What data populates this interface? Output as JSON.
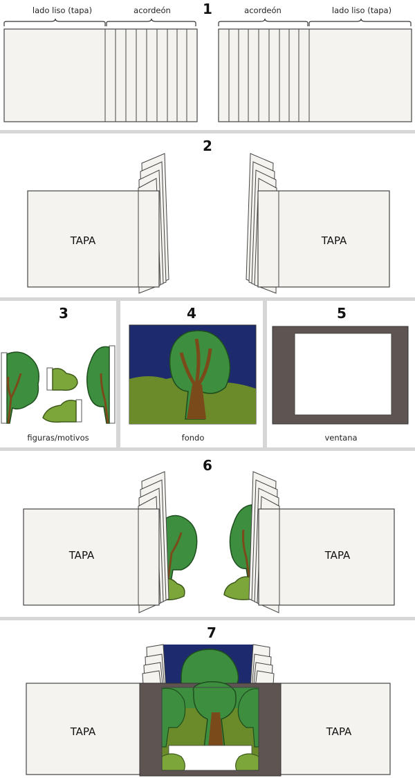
{
  "steps": [
    "1",
    "2",
    "3",
    "4",
    "5",
    "6",
    "7"
  ],
  "labels": {
    "smooth_side": "lado liso (tapa)",
    "accordion": "acordeón",
    "cover": "TAPA",
    "figures": "figuras/motivos",
    "background": "fondo",
    "window": "ventana"
  },
  "colors": {
    "paper": "#f4f3ef",
    "outline": "#444444",
    "sky": "#1d2a6e",
    "tree_foliage": "#3d8f3f",
    "trunk": "#7a4a1a",
    "grass": "#6b8a2a",
    "window_frame": "#5e5552",
    "separator": "#d6d6d6"
  }
}
